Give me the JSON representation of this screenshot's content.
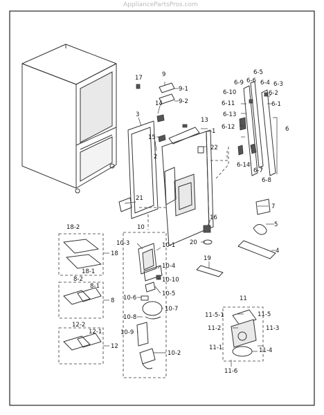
{
  "watermark": "AppliancePartsPros.com",
  "labels": {
    "l1": "1",
    "l2": "2",
    "l3": "3",
    "l4": "4",
    "l5": "5",
    "l6": "6",
    "l7": "7",
    "l8": "8",
    "l9": "9",
    "l9_1": "9-1",
    "l9_2": "9-2",
    "l10": "10",
    "l10_1": "10-1",
    "l10_2": "10-2",
    "l10_3": "10-3",
    "l10_4": "10-4",
    "l10_5": "10-5",
    "l10_6": "10-6",
    "l10_7": "10-7",
    "l10_8": "10-8",
    "l10_9": "10-9",
    "l10_10": "10-10",
    "l11": "11",
    "l11_1": "11-1",
    "l11_2": "11-2",
    "l11_3": "11-3",
    "l11_4": "11-4",
    "l11_5": "11-5",
    "l11_5_1": "11-5-1",
    "l11_6": "11-6",
    "l12": "12",
    "l12_1": "12-1",
    "l12_2": "12-2",
    "l13": "13",
    "l14": "14",
    "l15": "15",
    "l16": "16",
    "l17": "17",
    "l18": "18",
    "l18_1": "18-1",
    "l18_2": "18-2",
    "l19": "19",
    "l20": "20",
    "l21": "21",
    "l22": "22",
    "l6_1": "6-1",
    "l6_2": "6-2",
    "l6_3": "6-3",
    "l6_4": "6-4",
    "l6_5": "6-5",
    "l6_6": "6-6",
    "l6_7": "6-7",
    "l6_8": "6-8",
    "l6_9": "6-9",
    "l6_10": "6-10",
    "l6_11": "6-11",
    "l6_12": "6-12",
    "l6_13": "6-13",
    "l6_14": "6-14",
    "l8_1": "8-1",
    "l8_2": "8-2"
  }
}
